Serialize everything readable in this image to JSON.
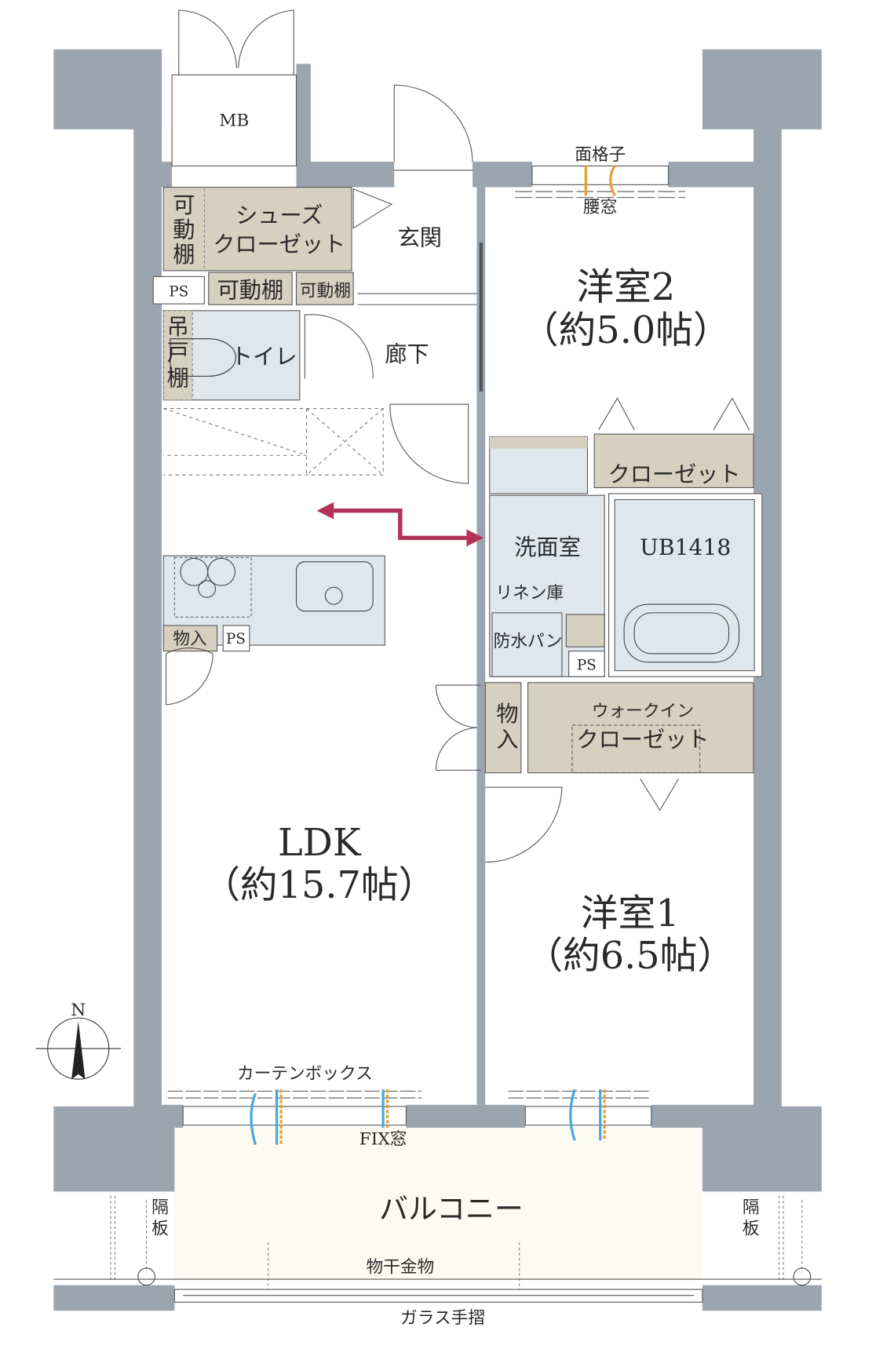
{
  "colors": {
    "wall": "#9aa5af",
    "closet": "#d6d0c1",
    "wet_area": "#dfe6ec",
    "balcony": "#fdfbf1",
    "arrow": "#b3325a",
    "window_blue": "#4aa8e0",
    "window_orange": "#e8a030"
  },
  "labels": {
    "mb": "MB",
    "movable_shelf_vertical": [
      "可",
      "動",
      "棚"
    ],
    "shoe_closet_1": "シューズ",
    "shoe_closet_2": "クローゼット",
    "entrance": "玄関",
    "ps_1": "PS",
    "movable_shelf_1": "可動棚",
    "movable_shelf_2": "可動棚",
    "hanging_shelf_vertical": [
      "吊",
      "戸",
      "棚"
    ],
    "toilet": "トイレ",
    "hallway": "廊下",
    "lattice": "面格子",
    "waist_window": "腰窓",
    "room2_name": "洋室2",
    "room2_size": "（約5.0帖）",
    "closet": "クローゼット",
    "washroom": "洗面室",
    "bath": "UB1418",
    "linen": "リネン庫",
    "waterproof_pan": "防水パン",
    "ps_2": "PS",
    "ps_3": "PS",
    "storage_kitchen": "物入",
    "storage_vertical": [
      "物",
      "入"
    ],
    "wic_1": "ウォークイン",
    "wic_2": "クローゼット",
    "ldk_name": "LDK",
    "ldk_size": "（約15.7帖）",
    "room1_name": "洋室1",
    "room1_size": "（約6.5帖）",
    "north": "N",
    "curtain_box": "カーテンボックス",
    "fix_window": "FIX窓",
    "balcony": "バルコニー",
    "partition_left": [
      "隔",
      "板"
    ],
    "partition_right": [
      "隔",
      "板"
    ],
    "drying_hardware": "物干金物",
    "glass_railing": "ガラス手摺"
  }
}
